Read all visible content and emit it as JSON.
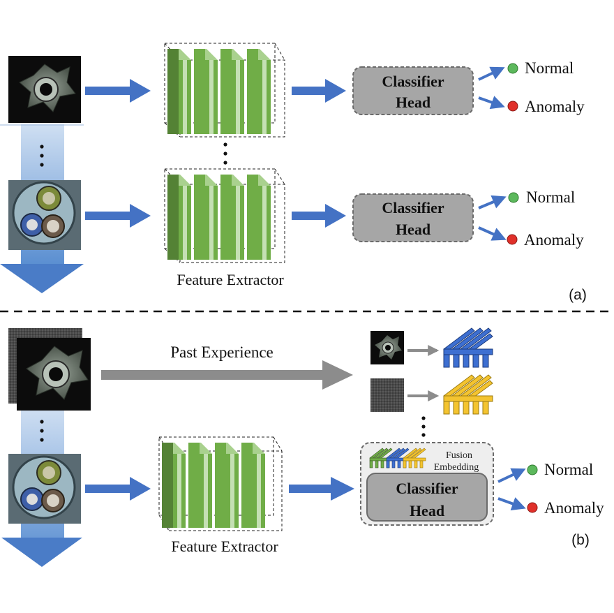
{
  "panel_a": {
    "label": "(a)",
    "feature_extractor_label": "Feature Extractor",
    "rows": [
      {
        "head_line1": "Classifier",
        "head_line2": "Head",
        "output_normal": "Normal",
        "output_anomaly": "Anomaly"
      },
      {
        "head_line1": "Classifier",
        "head_line2": "Head",
        "output_normal": "Normal",
        "output_anomaly": "Anomaly"
      }
    ]
  },
  "panel_b": {
    "label": "(b)",
    "past_experience_label": "Past Experience",
    "feature_extractor_label": "Feature Extractor",
    "fusion_line1": "Fusion",
    "fusion_line2": "Embedding",
    "head_line1": "Classifier",
    "head_line2": "Head",
    "output_normal": "Normal",
    "output_anomaly": "Anomaly"
  },
  "colors": {
    "arrow_blue": "#4472c4",
    "arrow_gray": "#8c8c8c",
    "extractor_green": "#6aa84f",
    "extractor_light": "#c5e0b4",
    "head_gray": "#a6a6a6",
    "normal_dot": "#5cb85c",
    "anomaly_dot": "#e0302a",
    "embed_blue": "#3d6fd1",
    "embed_yellow": "#f4c430"
  },
  "icons": {
    "metal_part": "metal-nut-image-icon",
    "cable": "cable-image-icon",
    "texture": "fabric-texture-image-icon"
  }
}
